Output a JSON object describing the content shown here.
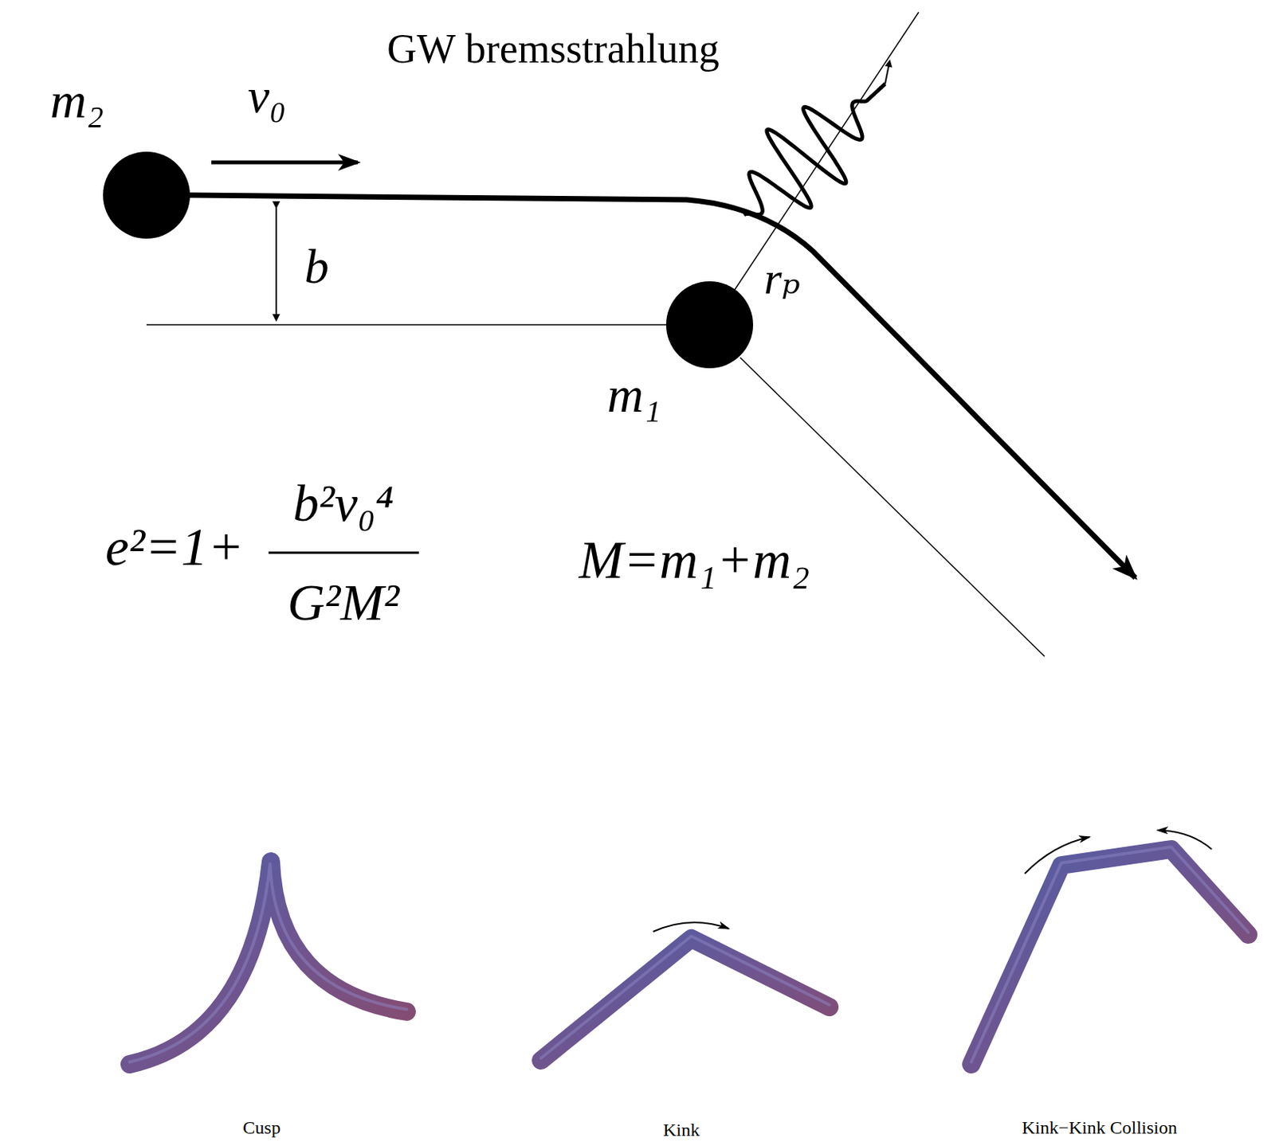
{
  "diagram": {
    "labels": [
      "GW bremsstrahlung",
      "m₂",
      "v₀",
      "b",
      "rₚ",
      "m₁",
      "e²=1+",
      "b²v₀⁴",
      "G²M²",
      "M=m₁+m₂",
      "Cusp",
      "Kink",
      "Kink−Kink Collision"
    ]
  }
}
